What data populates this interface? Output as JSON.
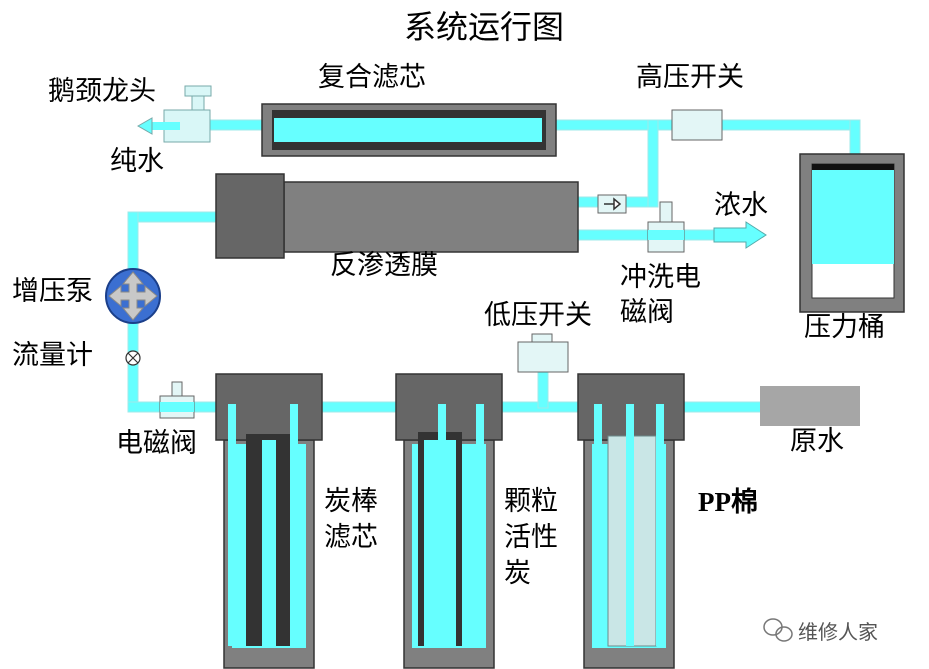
{
  "title": "系统运行图",
  "labels": {
    "faucet": "鹅颈龙头",
    "pure_water": "纯水",
    "composite_filter": "复合滤芯",
    "high_pressure_switch": "高压开关",
    "ro_membrane": "反渗透膜",
    "concentrate": "浓水",
    "flush_valve_line1": "冲洗电",
    "flush_valve_line2": "磁阀",
    "booster_pump": "增压泵",
    "flow_meter": "流量计",
    "low_pressure_switch": "低压开关",
    "pressure_tank": "压力桶",
    "solenoid_valve": "电磁阀",
    "raw_water": "原水",
    "carbon_rod_line1": "炭棒",
    "carbon_rod_line2": "滤芯",
    "gac_line1": "颗粒",
    "gac_line2": "活性",
    "gac_line3": "炭",
    "pp_cotton": "PP棉"
  },
  "watermark": "维修人家",
  "colors": {
    "water": "#66ffff",
    "pipe": "#a6f2f2",
    "housing": "#808080",
    "housing_dark": "#4d4d4d",
    "raw_inlet": "#a6a6a6",
    "pump": "#3b6fd1"
  },
  "icons": [
    "faucet-icon",
    "pump-icon",
    "flow-meter-icon",
    "check-valve-icon",
    "arrow-right-icon",
    "wechat-icon"
  ]
}
